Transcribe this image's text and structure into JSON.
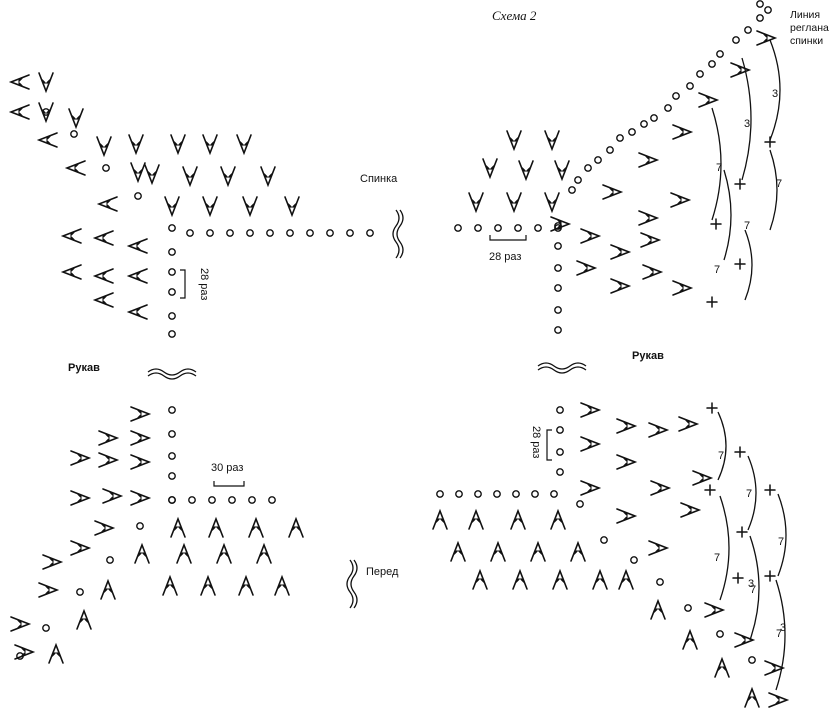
{
  "title": "Схема 2",
  "labels": {
    "back": "Спинка",
    "front": "Перед",
    "sleeve_left": "Рукав",
    "sleeve_right": "Рукав",
    "raglan_line": [
      "Линия",
      "реглана",
      "спинки"
    ],
    "repeat_28_a": "28 раз",
    "repeat_28_b": "28 раз",
    "repeat_28_c": "28 раз",
    "repeat_30": "30 раз"
  },
  "counts": [
    "7",
    "3",
    "3",
    "7",
    "7",
    "7",
    "7",
    "7",
    "7",
    "7",
    "7",
    "7",
    "3",
    "3"
  ],
  "symbols": {
    "chain": "chain-stitch-symbol",
    "double_crochet": "double-crochet-symbol",
    "increase": "increase-plus-symbol"
  }
}
